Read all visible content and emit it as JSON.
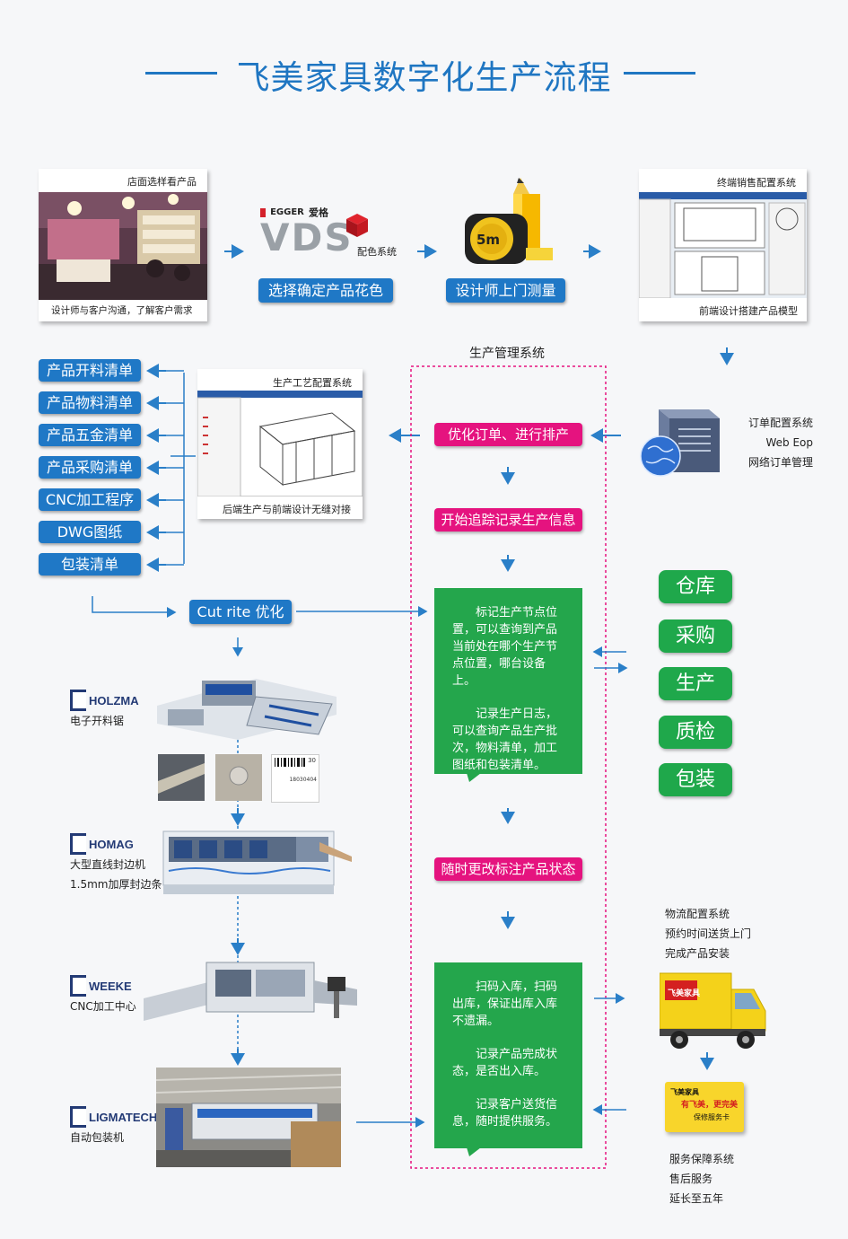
{
  "title": "飞美家具数字化生产流程",
  "top_row": {
    "store_caption": "店面选样看产品",
    "store_sub": "设计师与客户沟通，了解客户需求",
    "egger_text": "EGGER",
    "aige_text": "爱格",
    "vds_text": "VDS",
    "vds_caption": "配色系统",
    "btn_color": "选择确定产品花色",
    "tape_text": "5m",
    "btn_measure": "设计师上门测量",
    "terminal_caption": "终端销售配置系统",
    "terminal_sub": "前端设计搭建产品模型"
  },
  "production_system_label": "生产管理系统",
  "lists": [
    "产品开料清单",
    "产品物料清单",
    "产品五金清单",
    "产品采购清单",
    "CNC加工程序",
    "DWG图纸",
    "包装清单"
  ],
  "craft": {
    "caption": "生产工艺配置系统",
    "sub": "后端生产与前端设计无缝对接"
  },
  "order": {
    "lines": [
      "订单配置系统",
      "Web Eop",
      "网络订单管理"
    ]
  },
  "pink": [
    "优化订单、进行排产",
    "开始追踪记录生产信息",
    "随时更改标注产品状态"
  ],
  "cutrite": "Cut rite 优化",
  "green1": [
    "标记生产节点位置，可以查询到产品当前处在哪个生产节点位置，哪台设备上。",
    "记录生产日志，可以查询产品生产批次，物料清单，加工图纸和包装清单。"
  ],
  "green2": [
    "扫码入库，扫码出库，保证出库入库不遗漏。",
    "记录产品完成状态，是否出入库。",
    "记录客户送货信息，随时提供服务。"
  ],
  "departments": [
    "仓库",
    "采购",
    "生产",
    "质检",
    "包装"
  ],
  "machines": [
    {
      "brand": "HOLZMA",
      "lines": [
        "电子开料锯"
      ]
    },
    {
      "brand": "HOMAG",
      "lines": [
        "大型直线封边机",
        "1.5mm加厚封边条"
      ]
    },
    {
      "brand": "WEEKE",
      "lines": [
        "CNC加工中心"
      ]
    },
    {
      "brand": "LIGMATECH",
      "lines": [
        "自动包装机"
      ]
    }
  ],
  "label_texts": {
    "barcode_num": "30",
    "barcode_code": "18030404"
  },
  "logistics": {
    "lines": [
      "物流配置系统",
      "预约时间送货上门",
      "完成产品安装"
    ],
    "truck_brand": "飞美家具"
  },
  "service": {
    "lines": [
      "服务保障系统",
      "售后服务",
      "延长至五年"
    ],
    "card_brand": "飞美家具",
    "card_slogan": "有飞美，更完美",
    "card_title": "保修服务卡"
  },
  "colors": {
    "blue": "#1f78c6",
    "pink": "#e5137f",
    "green": "#24a64c",
    "arrow": "#2a7fc8"
  }
}
